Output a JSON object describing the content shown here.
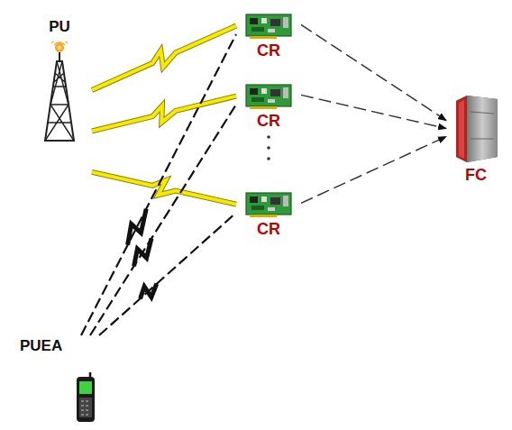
{
  "diagram": {
    "nodes": [
      {
        "text": [
          "PU"
        ]
      },
      {
        "text": [
          "CR"
        ]
      },
      {
        "text": [
          "CR"
        ]
      },
      {
        "text": [
          "CR"
        ]
      },
      {
        "text": [
          "FC"
        ]
      },
      {
        "text": [
          "PUEA"
        ]
      }
    ],
    "edges": [
      {
        "from": 0,
        "to": 1,
        "arrow": "none"
      },
      {
        "from": 0,
        "to": 2,
        "arrow": "none"
      },
      {
        "from": 0,
        "to": 3,
        "arrow": "none"
      },
      {
        "from": 5,
        "to": 1,
        "arrow": "none"
      },
      {
        "from": 5,
        "to": 2,
        "arrow": "none"
      },
      {
        "from": 5,
        "to": 3,
        "arrow": "none"
      },
      {
        "from": 1,
        "to": 4,
        "arrow": "to"
      },
      {
        "from": 2,
        "to": 4,
        "arrow": "to"
      },
      {
        "from": 3,
        "to": 4,
        "arrow": "to"
      }
    ]
  }
}
